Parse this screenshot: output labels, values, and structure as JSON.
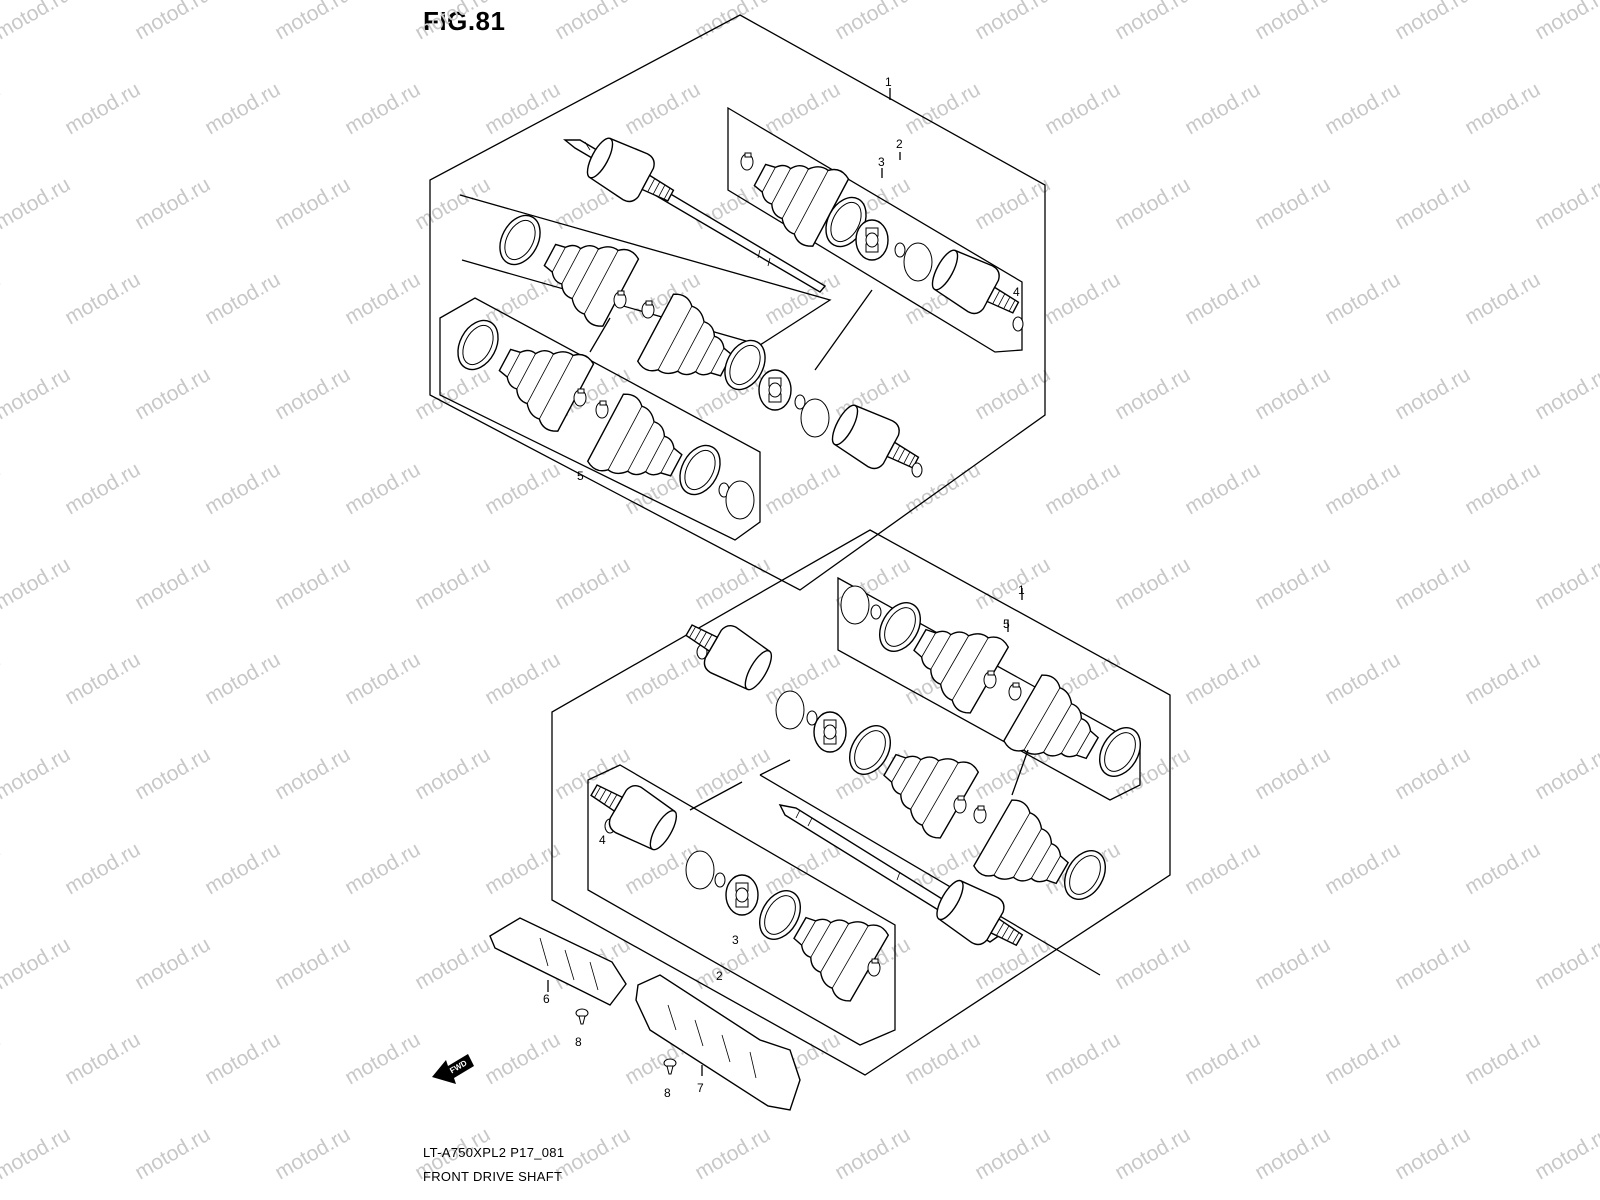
{
  "figure": {
    "title": "FIG.81",
    "model_code": "LT-A750XPL2 P17_081",
    "caption": "FRONT DRIVE SHAFT"
  },
  "watermark": "motod.ru",
  "callouts": {
    "upper": [
      "1",
      "2",
      "3",
      "4",
      "5"
    ],
    "lower": [
      "1",
      "5",
      "4",
      "3",
      "2",
      "6",
      "8",
      "7",
      "8"
    ]
  },
  "direction_marker": {
    "text": "FWD",
    "icon": "front-direction-arrow-icon"
  },
  "colors": {
    "line": "#000000",
    "background": "#ffffff",
    "watermark": "#c8c8c8"
  }
}
